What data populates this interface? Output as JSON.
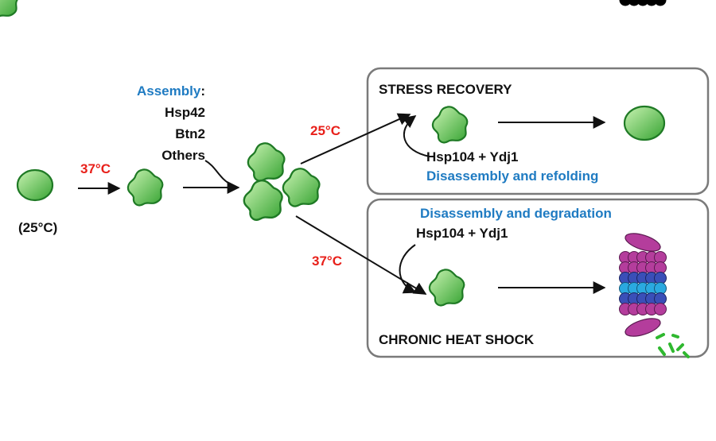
{
  "labels": {
    "start_temp": "(25°C)",
    "heat_step": "37°C",
    "assembly_title": "Assembly",
    "assembly_colon": ":",
    "assembly_factors": [
      "Hsp42",
      "Btn2",
      "Others"
    ],
    "branch_recovery_temp": "25°C",
    "branch_heat_temp": "37°C"
  },
  "recovery_box": {
    "title": "STRESS RECOVERY",
    "chaperones": "Hsp104 + Ydj1",
    "process": "Disassembly and refolding"
  },
  "heatshock_box": {
    "title": "CHRONIC HEAT SHOCK",
    "chaperones": "Hsp104 + Ydj1",
    "process": "Disassembly and degradation"
  },
  "colors": {
    "heat": "#e8201a",
    "process": "#1f7bc2",
    "text": "#111111",
    "box_border": "#7a7a7a",
    "protein_fill_light": "#b6ec9c",
    "protein_fill_dark": "#3fae3a",
    "protein_stroke": "#1f7a25",
    "proteasome_outer": "#b43d9c",
    "proteasome_inner_a": "#3a4fb8",
    "proteasome_inner_b": "#2aa9e0",
    "peptides": "#2fb82f"
  }
}
